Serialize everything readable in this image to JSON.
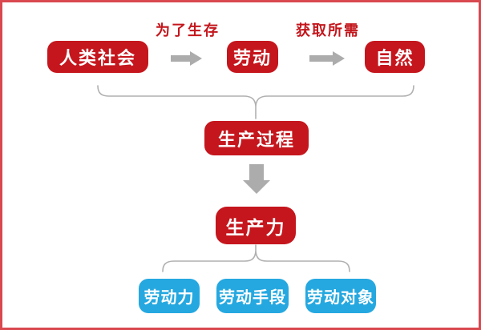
{
  "diagram": {
    "nodes": {
      "society": "人类社会",
      "labor": "劳动",
      "nature": "自然",
      "process": "生产过程",
      "productivity": "生产力",
      "labor_force": "劳动力",
      "labor_means": "劳动手段",
      "labor_object": "劳动对象"
    },
    "edge_labels": {
      "survival": "为了生存",
      "obtain": "获取所需"
    },
    "structure": {
      "top_flow": [
        "人类社会",
        "劳动",
        "自然"
      ],
      "top_flow_collapses_to": "生产过程",
      "process_leads_to": "生产力",
      "productivity_splits_into": [
        "劳动力",
        "劳动手段",
        "劳动对象"
      ]
    },
    "colors": {
      "node_red": "#C5161D",
      "node_blue": "#25A8E0",
      "arrow_gray": "#ACACAC",
      "brace_gray": "#B0B0B0",
      "frame_red": "#DA4850",
      "label_red": "#C3161C",
      "text_white": "#FFFFFF",
      "background": "#FFFFFF"
    }
  }
}
